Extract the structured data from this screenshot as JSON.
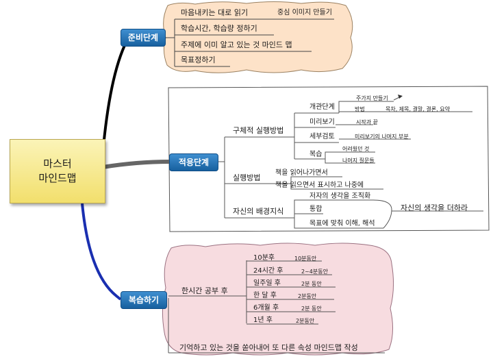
{
  "center": {
    "line1": "마스터",
    "line2": "마인드맵"
  },
  "prep": {
    "title": "준비단계",
    "items": [
      "마음내키는 대로 읽기",
      "학습시간, 학습량 정하기",
      "주제에 이미 알고 있는 것 마인드 맵",
      "목표정하기"
    ],
    "sub": "중심 이미지 만들기"
  },
  "apply": {
    "title": "적용단계",
    "concrete": "구체적 실행방법",
    "overview": "개관단계",
    "overview_items": [
      "주가지 만들기",
      "방법"
    ],
    "method_detail": "목차, 제목, 결말, 결론, 요약",
    "preview": "미리보기",
    "preview_item": "시작과 끝",
    "detail": "세부검토",
    "detail_item": "미리보기의 나머지 부분",
    "review": "복습",
    "review_items": [
      "어려웠던 것",
      "나머지 질문들"
    ],
    "exec": "실행방법",
    "exec_items": [
      "책을 읽어나가면서",
      "책을 읽으면서 표시하고 나중에"
    ],
    "bg": "자신의 배경지식",
    "bg_items": [
      "저자의 생각을 조직화",
      "통합",
      "목표에 맞춰 이해, 해석"
    ],
    "bg_result": "자신의 생각을 더하라"
  },
  "recall": {
    "title": "복습하기",
    "after": "한시간 공부 후",
    "rows": [
      {
        "when": "10분후",
        "dur": "10분동안"
      },
      {
        "when": "24시간 후",
        "dur": "2~4분동안"
      },
      {
        "when": "일주일 후",
        "dur": "2분 동안"
      },
      {
        "when": "한 달 후",
        "dur": "2분동안"
      },
      {
        "when": "6개월 후",
        "dur": "2분 동안"
      },
      {
        "when": "1년 후",
        "dur": "2분동안"
      }
    ],
    "bottom": "기억하고 있는 것을 쏟아내어 또 다른 속성 마인드맵 작성"
  },
  "colors": {
    "prep_fill": "#fde2c8",
    "recall_fill": "#f7dce0",
    "main_blue": "#1f6fb4",
    "center_yellow": "#f6e98a"
  }
}
